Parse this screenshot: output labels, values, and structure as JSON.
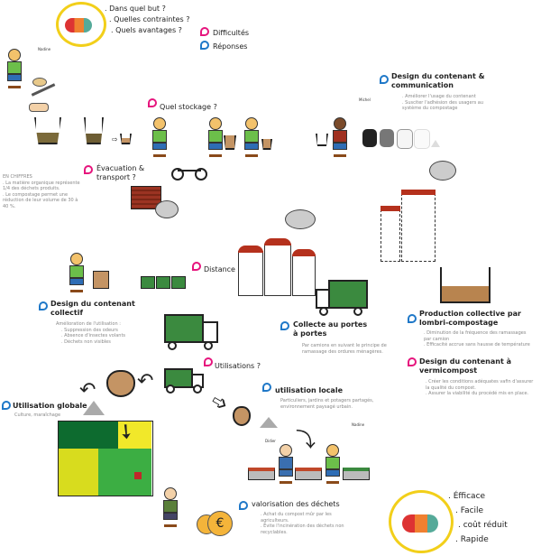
{
  "intro": {
    "questions": [
      ". Dans quel but ?",
      ". Quelles contraintes ?",
      ". Quels avantages ?"
    ]
  },
  "legend": {
    "difficulties": "Difficultés",
    "answers": "Réponses",
    "colors": {
      "difficulties": "#e6157d",
      "answers": "#1f78c8"
    }
  },
  "people": {
    "nadine": "Nadine",
    "michel": "Michel",
    "didier": "Didier"
  },
  "stats": {
    "title": "EN CHIFFRES",
    "lines": [
      ". La matière organique représente 1/4 des déchets produits.",
      ". Le compostage permet une réduction de leur volume de 30 à 40 %."
    ]
  },
  "steps": {
    "stockage": "Quel stockage ?",
    "evacuation": "Évacuation & transport ?",
    "distance": "Distance ?",
    "utilisations": "Utilisations ?",
    "design_comm": {
      "title": "Design du contenant & communication",
      "lines": [
        ". Améliorer l'usage du contenant",
        ". Susciter l'adhésion des usagers au système du compostage"
      ]
    },
    "design_collectif": {
      "title": "Design du contenant collectif",
      "intro": "Amélioration de l'utilisation :",
      "lines": [
        ". Suppression des odeurs",
        ". Absence d'insectes volants",
        ". Déchets non visibles"
      ]
    },
    "collecte": {
      "title": "Collecte au portes à portes",
      "text": "Par camions en suivant le principe de ramassage des ordures ménagères."
    },
    "lombri": {
      "title": "Production collective par lombri-compostage",
      "lines": [
        ". Diminution de la fréquence des ramassages par camion",
        ". Efficacité accrue sans hausse de température"
      ]
    },
    "vermicompost": {
      "title": "Design du contenant à vermicompost",
      "lines": [
        ". Créer les conditions adéquates vafin d'assurer la qualité du compost.",
        ". Assurer la viabilité du procédé mis en place."
      ]
    },
    "globale": {
      "title": "Utilisation globale",
      "text": "Culture, maraîchage"
    },
    "locale": {
      "title": "utilisation locale",
      "text": "Particuliers, jardins et potagers partagés, environnement paysagé urbain."
    },
    "valorisation": {
      "title": "valorisation des déchets",
      "lines": [
        ". Achat du compost mûr par les agriculteurs.",
        ". Évite l'incinération des déchets non recyclables."
      ]
    }
  },
  "benefits": [
    ". Éfficace",
    ". Facile",
    ". coût réduit",
    ". Rapide"
  ]
}
